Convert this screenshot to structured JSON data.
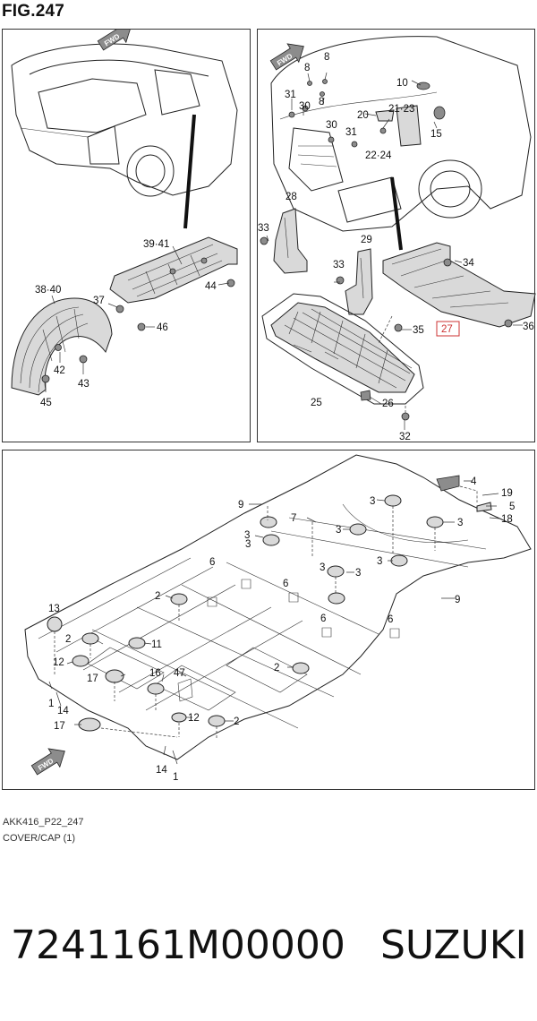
{
  "figure": {
    "title": "FIG.247"
  },
  "panel_top_left": {
    "fwd_badge": "FWD",
    "callouts": [
      "39·41",
      "38·40",
      "37",
      "44",
      "46",
      "42",
      "43",
      "45"
    ]
  },
  "panel_top_right": {
    "fwd_badge": "FWD",
    "callouts": [
      "8",
      "31",
      "30",
      "8",
      "8",
      "10",
      "21·23",
      "20",
      "30",
      "31",
      "15",
      "22·24",
      "28",
      "33",
      "29",
      "34",
      "33",
      "27",
      "35",
      "36",
      "25",
      "26",
      "32"
    ],
    "highlighted_callout": "27"
  },
  "panel_bottom": {
    "fwd_badge": "FWD",
    "callouts": [
      "4",
      "19",
      "5",
      "18",
      "9",
      "7",
      "3",
      "3",
      "3",
      "3",
      "3",
      "3",
      "3",
      "3",
      "6",
      "6",
      "6",
      "6",
      "2",
      "9",
      "13",
      "2",
      "11",
      "12",
      "17",
      "16",
      "47",
      "2",
      "1",
      "14",
      "17",
      "12",
      "2",
      "14",
      "1"
    ]
  },
  "captions": {
    "code": "AKK416_P22_247",
    "description": "COVER/CAP (1)"
  },
  "footer": {
    "part_number": "7241161M00000",
    "brand": "SUZUKI"
  }
}
